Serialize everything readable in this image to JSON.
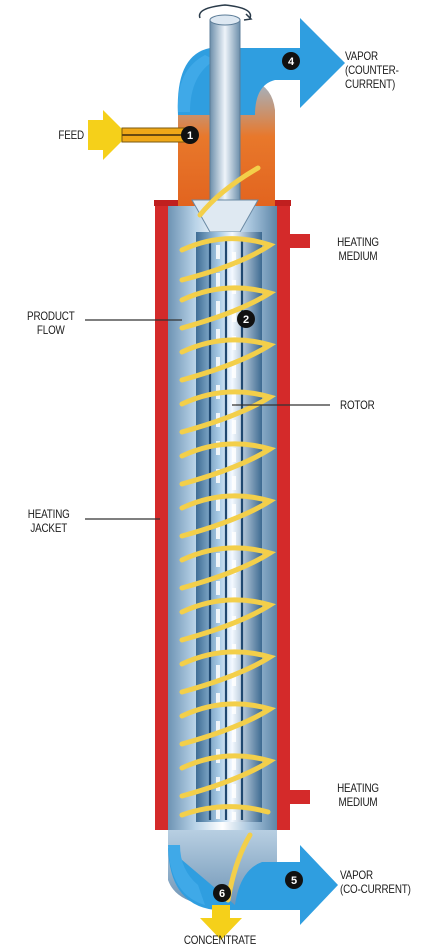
{
  "labels": {
    "feed": "FEED",
    "vapor_counter_1": "VAPOR",
    "vapor_counter_2": "(COUNTER-",
    "vapor_counter_3": "CURRENT)",
    "heating_medium_top_1": "HEATING",
    "heating_medium_top_2": "MEDIUM",
    "product_flow_1": "PRODUCT",
    "product_flow_2": "FLOW",
    "rotor": "ROTOR",
    "heating_jacket_1": "HEATING",
    "heating_jacket_2": "JACKET",
    "heating_medium_bottom_1": "HEATING",
    "heating_medium_bottom_2": "MEDIUM",
    "vapor_co_1": "VAPOR",
    "vapor_co_2": "(CO-CURRENT)",
    "concentrate": "CONCENTRATE"
  },
  "markers": [
    "1",
    "2",
    "4",
    "5",
    "6"
  ],
  "colors": {
    "jacket": "#d42a2a",
    "vapor": "#2f9ee0",
    "feed": "#f5d01a",
    "spiral": "#f3cf4a",
    "top_orange": "#e8782b",
    "rotor_steel": "#7faed0"
  }
}
